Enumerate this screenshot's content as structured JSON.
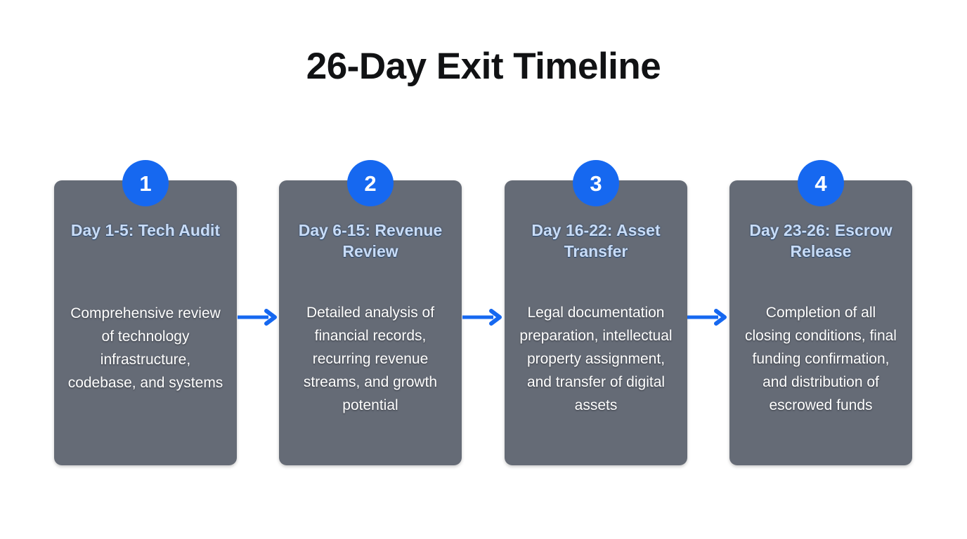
{
  "title": "26-Day Exit Timeline",
  "theme": {
    "background": "#ffffff",
    "title_color": "#111214",
    "card_background": "#656b76",
    "badge_color": "#1668f0",
    "badge_text_color": "#ffffff",
    "heading_color": "#c9dcf6",
    "body_color": "#ffffff",
    "arrow_color": "#1668f0"
  },
  "timeline": {
    "steps": [
      {
        "number": "1",
        "heading": "Day 1-5: Tech Audit",
        "body": "Comprehensive review of technology infrastructure, codebase, and systems"
      },
      {
        "number": "2",
        "heading": "Day 6-15: Revenue Review",
        "body": "Detailed analysis of financial records, recurring revenue streams, and growth potential"
      },
      {
        "number": "3",
        "heading": "Day 16-22: Asset Transfer",
        "body": "Legal documentation preparation, intellectual property assignment, and transfer of digital assets"
      },
      {
        "number": "4",
        "heading": "Day 23-26: Escrow Release",
        "body": "Completion of all closing conditions, final funding confirmation, and distribution of escrowed funds"
      }
    ],
    "connectors": [
      {
        "icon": "arrow-right-icon"
      },
      {
        "icon": "arrow-right-icon"
      },
      {
        "icon": "arrow-right-icon"
      }
    ]
  }
}
